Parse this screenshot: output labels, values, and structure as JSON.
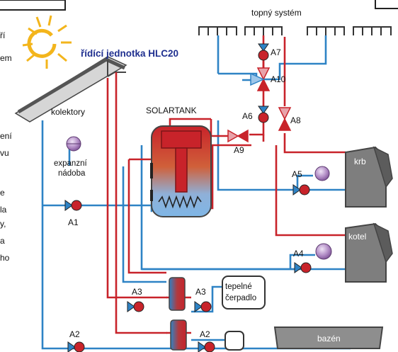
{
  "title": "řídící jednotka HLC20",
  "heating_system": "topný systém",
  "collectors": "kolektory",
  "tank": "SOLARTANK",
  "expansion_vessel": [
    "expanzní",
    "nádoba"
  ],
  "fireplace": "krb",
  "boiler": "kotel",
  "heat_pump": [
    "tepelné",
    "čerpadlo"
  ],
  "pool": "bazén",
  "left_text": [
    "ří",
    "em",
    "ení",
    "vu",
    "e",
    "la",
    "y,",
    "a",
    "ho"
  ],
  "labels": {
    "A1": "A1",
    "A2a": "A2",
    "A2b": "A2",
    "A3a": "A3",
    "A3b": "A3",
    "A4": "A4",
    "A5": "A5",
    "A6": "A6",
    "A7": "A7",
    "A8": "A8",
    "A9": "A9",
    "A10": "A10"
  },
  "colors": {
    "hot": "#c8232a",
    "cold": "#2e83c5",
    "equipment": "#6e6e6e",
    "title": "#1f2f8f",
    "sun": "#f3b51c",
    "vessel": "#9b6fb0"
  }
}
